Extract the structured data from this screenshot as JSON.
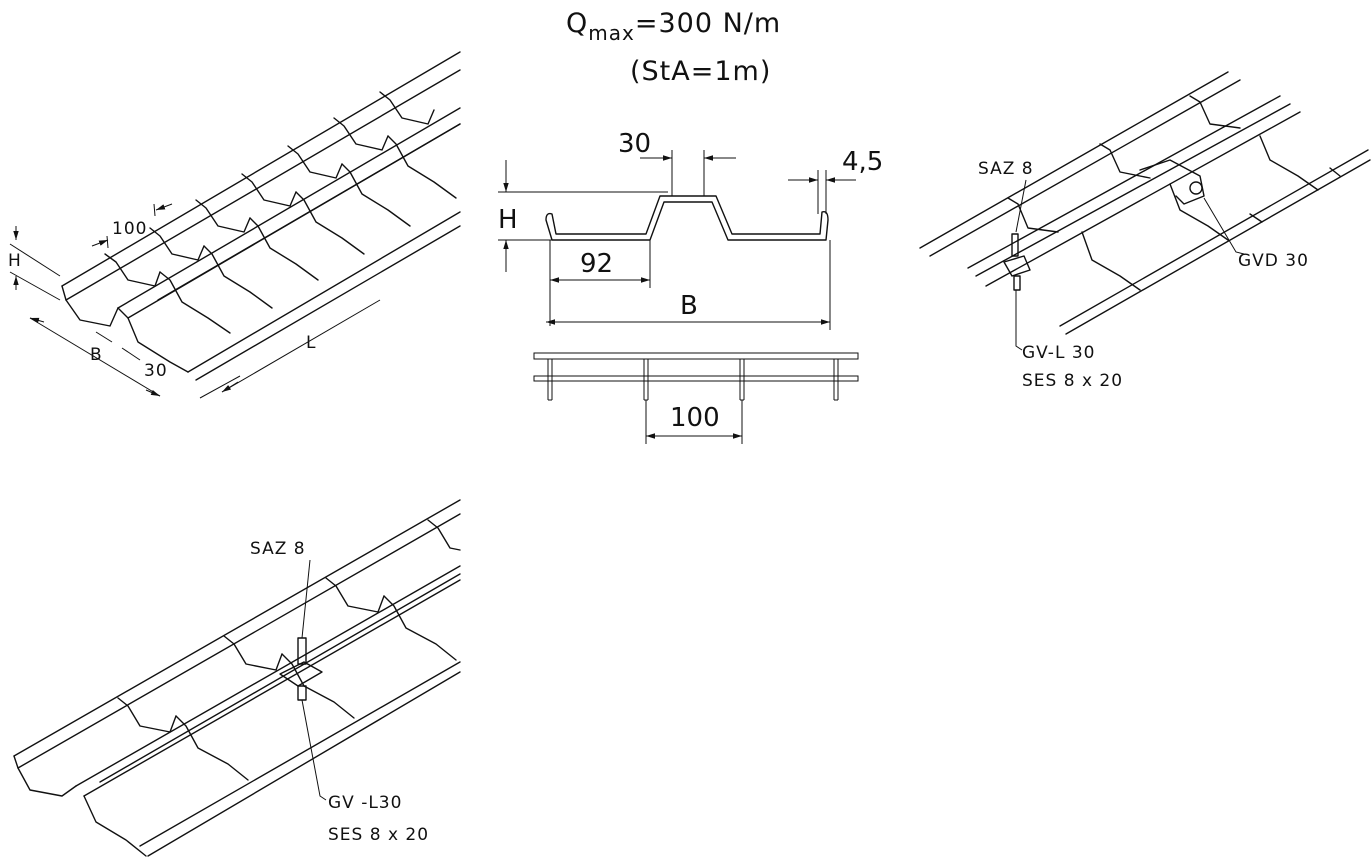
{
  "header": {
    "q_symbol": "Q",
    "q_subscript": "max",
    "q_value": "=300 N/m",
    "span": "(StA=1m)"
  },
  "iso_tray": {
    "dim_100": "100",
    "dim_h": "H",
    "dim_b": "B",
    "dim_30": "30",
    "dim_l": "L"
  },
  "section": {
    "dim_30": "30",
    "dim_45": "4,5",
    "dim_h": "H",
    "dim_92": "92",
    "dim_b": "B",
    "dim_100": "100"
  },
  "connector_top": {
    "saz": "SAZ 8",
    "gvd": "GVD 30",
    "gvl": "GV-L 30",
    "ses": "SES 8 x 20"
  },
  "connector_bottom": {
    "saz": "SAZ 8",
    "gvl": "GV -L30",
    "ses": "SES 8 x 20"
  }
}
